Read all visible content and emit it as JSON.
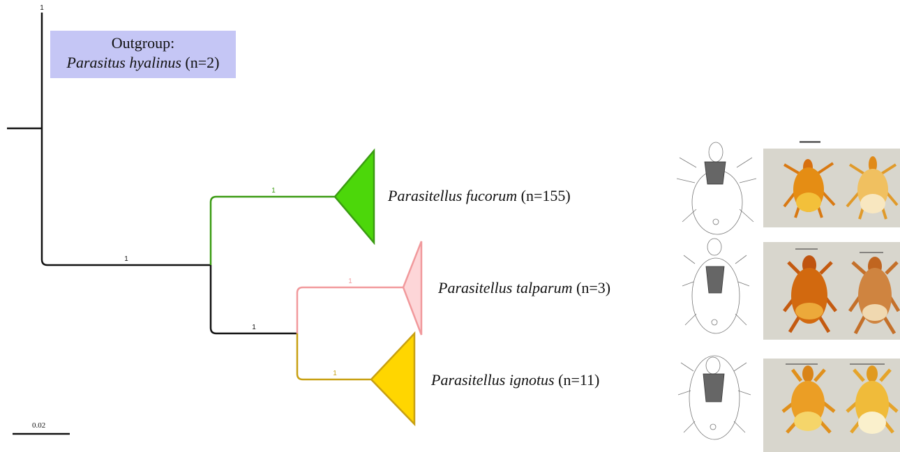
{
  "outgroup": {
    "heading": "Outgroup:",
    "species": "Parasitus hyalinus",
    "count": "(n=2)"
  },
  "clades": [
    {
      "species": "Parasitellus fucorum",
      "count": "(n=155)",
      "color": "#4cd70a",
      "stroke": "#3a9b12"
    },
    {
      "species": "Parasitellus talparum",
      "count": "(n=3)",
      "color": "#fdd6d8",
      "stroke": "#f1999c"
    },
    {
      "species": "Parasitellus ignotus",
      "count": "(n=11)",
      "color": "#ffd600",
      "stroke": "#c8a012"
    }
  ],
  "support_values": {
    "root": "1",
    "ingroup": "1",
    "fucorum": "1",
    "talparum_ignotus": "1",
    "talparum": "1",
    "ignotus": "1"
  },
  "scale_bar": "0.02"
}
